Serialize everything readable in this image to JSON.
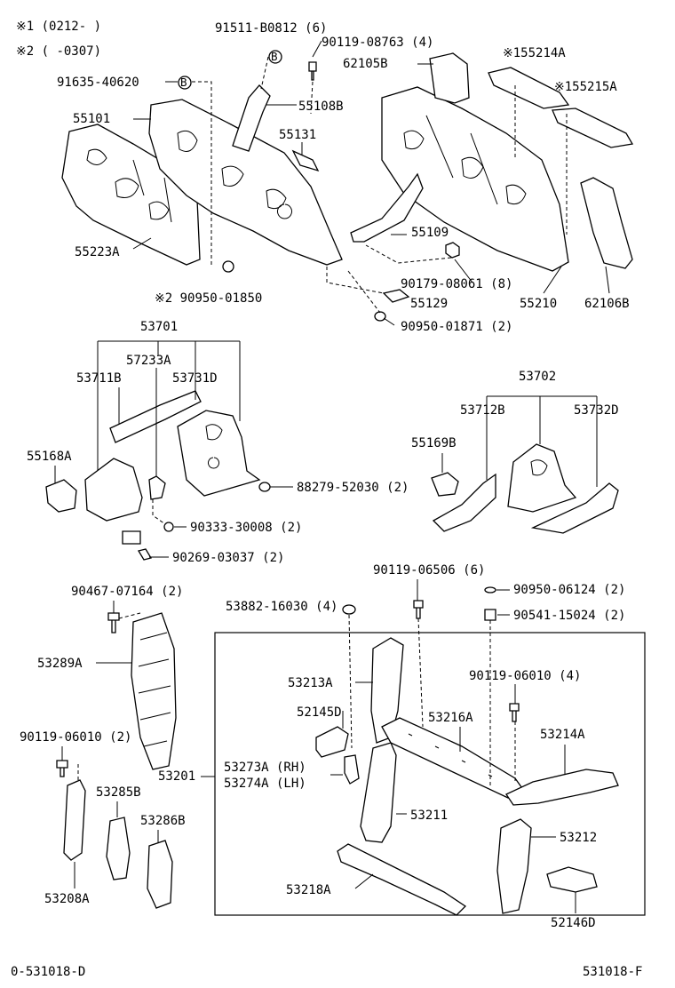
{
  "notes": {
    "n1": "※1 (0212-      )",
    "n2": "※2 (      -0307)"
  },
  "footer": {
    "left": "0-531018-D",
    "right": "531018-F"
  },
  "labels": {
    "l91511": "91511-B0812 (6)",
    "l90119a": "90119-08763 (4)",
    "l62105B": "62105B",
    "l55214A": "※155214A",
    "l55215A": "※155215A",
    "l91635": "91635-40620",
    "l55108B": "55108B",
    "l55101": "55101",
    "l55131": "55131",
    "l55109": "55109",
    "l55223A": "55223A",
    "l90179": "90179-08061 (8)",
    "l55210": "55210",
    "l62106B": "62106B",
    "l90950a": "※2 90950-01850",
    "l55129": "55129",
    "l90950b": "90950-01871 (2)",
    "l53701": "53701",
    "l57233A": "57233A",
    "l53711B": "53711B",
    "l53731D": "53731D",
    "l55168A": "55168A",
    "l88279": "88279-52030 (2)",
    "l90333": "90333-30008 (2)",
    "l90269": "90269-03037 (2)",
    "l53702": "53702",
    "l53712B": "53712B",
    "l53732D": "53732D",
    "l55169B": "55169B",
    "l90119b": "90119-06506 (6)",
    "l90467": "90467-07164 (2)",
    "l53882": "53882-16030 (4)",
    "l90950c": "90950-06124 (2)",
    "l90541": "90541-15024 (2)",
    "l53289A": "53289A",
    "l53213A": "53213A",
    "l90119c": "90119-06010 (4)",
    "l52145D": "52145D",
    "l53216A": "53216A",
    "l53214A": "53214A",
    "l90119d": "90119-06010 (2)",
    "l53201": "53201",
    "l53273A": "53273A (RH)",
    "l53274A": "53274A (LH)",
    "l53285B": "53285B",
    "l53286B": "53286B",
    "l53211": "53211",
    "l53212": "53212",
    "l53218A": "53218A",
    "l53208A": "53208A",
    "l52146D": "52146D",
    "bolt_b": "B"
  }
}
